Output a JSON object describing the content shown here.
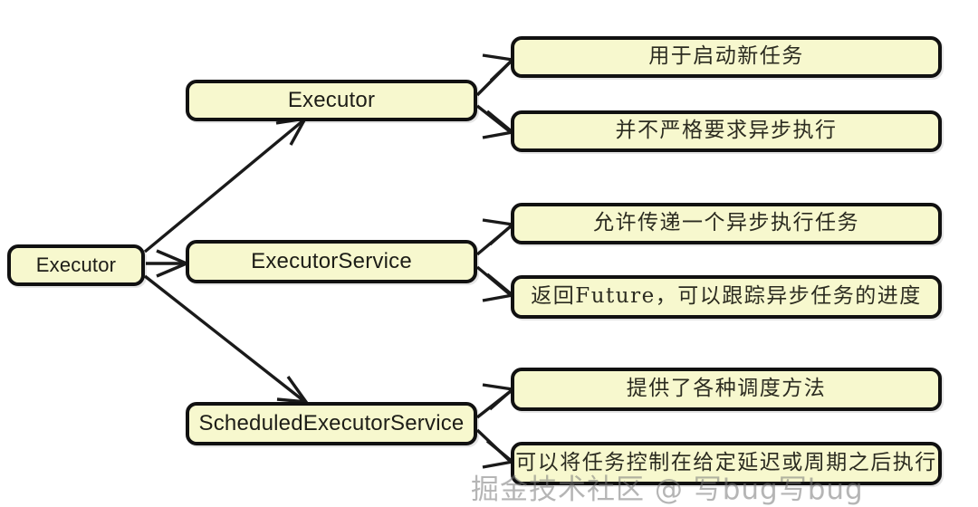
{
  "diagram": {
    "type": "hierarchy-tree",
    "root": {
      "id": "root",
      "label": "Executor"
    },
    "branches": [
      {
        "id": "executor",
        "label": "Executor",
        "descriptions": [
          {
            "id": "desc-1",
            "label": "用于启动新任务"
          },
          {
            "id": "desc-2",
            "label": "并不严格要求异步执行"
          }
        ]
      },
      {
        "id": "executor-service",
        "label": "ExecutorService",
        "descriptions": [
          {
            "id": "desc-3",
            "label": "允许传递一个异步执行任务"
          },
          {
            "id": "desc-4",
            "label": "返回Future，可以跟踪异步任务的进度"
          }
        ]
      },
      {
        "id": "scheduled-executor-service",
        "label": "ScheduledExecutorService",
        "descriptions": [
          {
            "id": "desc-5",
            "label": "提供了各种调度方法"
          },
          {
            "id": "desc-6",
            "label": "可以将任务控制在给定延迟或周期之后执行"
          }
        ]
      }
    ],
    "colors": {
      "node_fill": "#f7f8ce",
      "node_border": "#111111",
      "connector": "#1a1a1a",
      "background": "#ffffff",
      "watermark": "#787878"
    }
  },
  "watermark": {
    "text": "掘金技术社区 @ 写bug写bug"
  }
}
